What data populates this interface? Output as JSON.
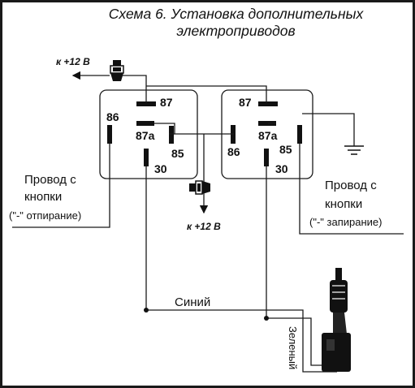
{
  "title": {
    "line1": "Схема 6. Установка дополнительных",
    "line2": "электроприводов"
  },
  "relay_left": {
    "pin_87": "87",
    "pin_86": "86",
    "pin_87a": "87a",
    "pin_85": "85",
    "pin_30": "30"
  },
  "relay_right": {
    "pin_87": "87",
    "pin_86": "86",
    "pin_87a": "87a",
    "pin_85": "85",
    "pin_30": "30"
  },
  "supply_top": {
    "label": "к +12 В"
  },
  "supply_mid": {
    "label": "к +12 В"
  },
  "left_note": {
    "line1": "Провод с",
    "line2": "кнопки",
    "line3": "(\"-\" отпирание)"
  },
  "right_note": {
    "line1": "Провод с",
    "line2": "кнопки",
    "line3": "(\"-\" запирание)"
  },
  "wires": {
    "blue": "Синий",
    "green": "Зеленый"
  },
  "icons": [
    "arrow-left-icon",
    "arrow-down-icon",
    "fuse-holder-icon",
    "ground-symbol-icon",
    "actuator-icon"
  ],
  "colors": {
    "ink": "#111111",
    "background": "#ffffff"
  }
}
